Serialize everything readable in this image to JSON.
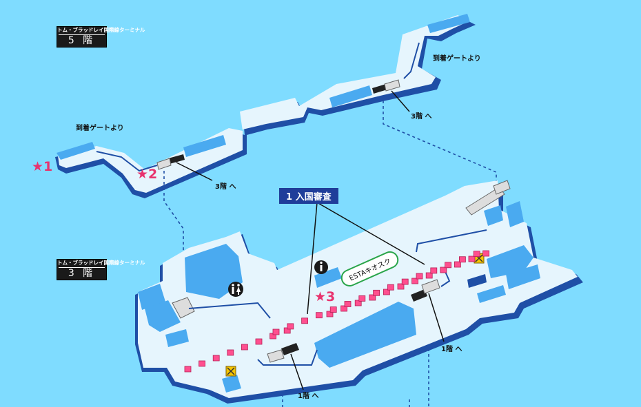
{
  "floors": [
    {
      "terminal": "トム・ブラッドレイ国際線ターミナル",
      "floor": "5 階"
    },
    {
      "terminal": "トム・ブラッドレイ国際線ターミナル",
      "floor": "3 階"
    }
  ],
  "labels": {
    "arrival_gate_right": "到着ゲートより",
    "arrival_gate_left": "到着ゲートより",
    "to_3f_right": "3階 へ",
    "to_3f_left": "3階 へ",
    "to_1f_right": "1階 へ",
    "to_1f_left": "1階 へ"
  },
  "markers": [
    "★1",
    "★2",
    "★3"
  ],
  "callout": "1 入国審査",
  "kiosk": "ESTAキオスク",
  "icons": [
    "information-icon",
    "restroom-icon",
    "escalator-icon",
    "staff-only-x-icon"
  ],
  "colors": {
    "background": "#7fdcff",
    "floor": "#e6f5fd",
    "wall": "#1f4fa6",
    "block": "#4aaaf0",
    "booth": "#ff4f8f",
    "callout_bg": "#1f3d9a",
    "star": "#e8336e",
    "kiosk_border": "#2aa54a"
  }
}
